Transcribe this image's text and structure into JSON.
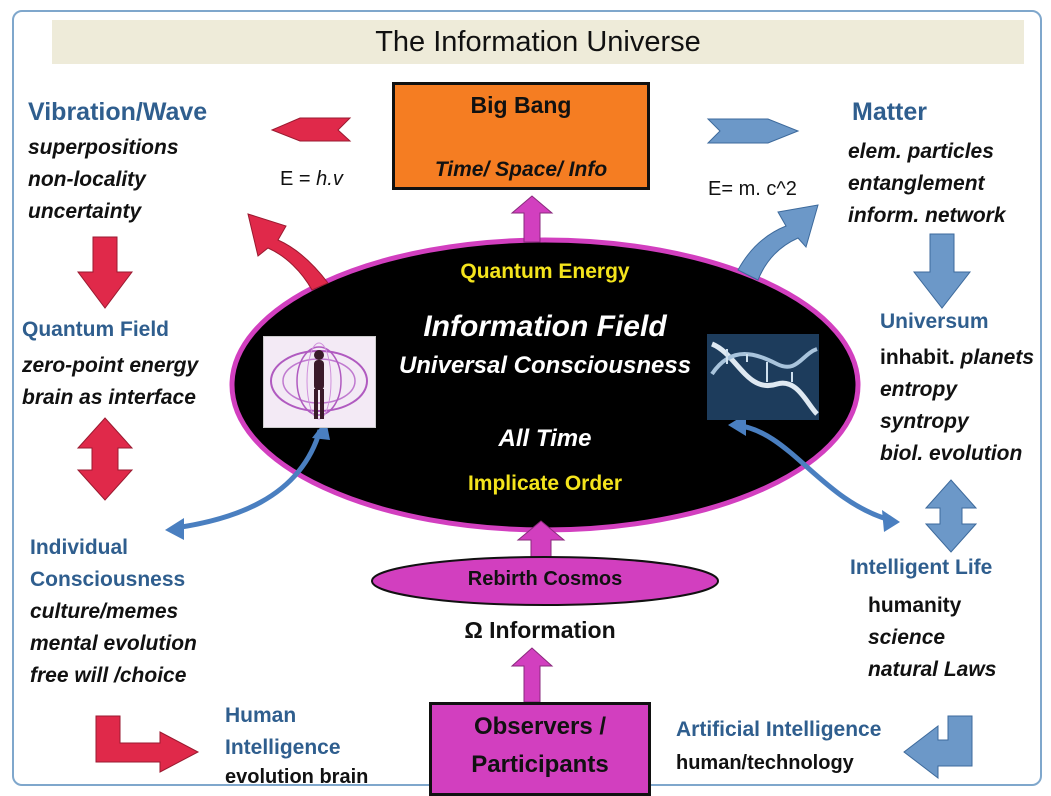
{
  "title": "The Information Universe",
  "big_bang": {
    "title": "Big Bang",
    "subtitle": "Time/ Space/ Info"
  },
  "equations": {
    "left": "E = ",
    "left_var": "h.v",
    "right": "E= m. c^2"
  },
  "ellipse": {
    "top": "Quantum Energy",
    "title": "Information Field",
    "subtitle": "Universal  Consciousness",
    "time": "All Time",
    "bottom": "Implicate Order"
  },
  "vibration": {
    "heading": "Vibration/Wave",
    "lines": [
      "superpositions",
      "non-locality",
      "uncertainty"
    ]
  },
  "quantum_field": {
    "heading": "Quantum Field",
    "lines": [
      "zero-point energy",
      "brain as interface"
    ]
  },
  "individual": {
    "heading1": "Individual",
    "heading2": "Consciousness",
    "lines": [
      "culture/memes",
      "mental evolution",
      "free will /choice"
    ]
  },
  "human_intelligence": {
    "heading1": "Human",
    "heading2": "Intelligence",
    "line": "evolution brain"
  },
  "matter": {
    "heading": "Matter",
    "lines": [
      "elem. particles",
      "entanglement",
      "inform. network"
    ]
  },
  "universum": {
    "heading": "Universum",
    "line1_plain": "inhabit. ",
    "line1_it": "planets",
    "lines": [
      "entropy",
      "syntropy",
      "biol. evolution"
    ]
  },
  "intelligent_life": {
    "heading": "Intelligent Life",
    "line1": "humanity",
    "lines": [
      "science",
      "natural Laws"
    ]
  },
  "artificial": {
    "heading": "Artificial Intelligence",
    "line": "human/technology"
  },
  "rebirth": "Rebirth Cosmos",
  "omega": "Ω  Information",
  "observers": {
    "line1": "Observers /",
    "line2": "Participants"
  },
  "colors": {
    "red": "#e0294a",
    "blue": "#6c98c8",
    "magenta": "#d23fbf",
    "orange": "#f57d22",
    "heading": "#2f5e8e",
    "yellow": "#f4e41c"
  }
}
